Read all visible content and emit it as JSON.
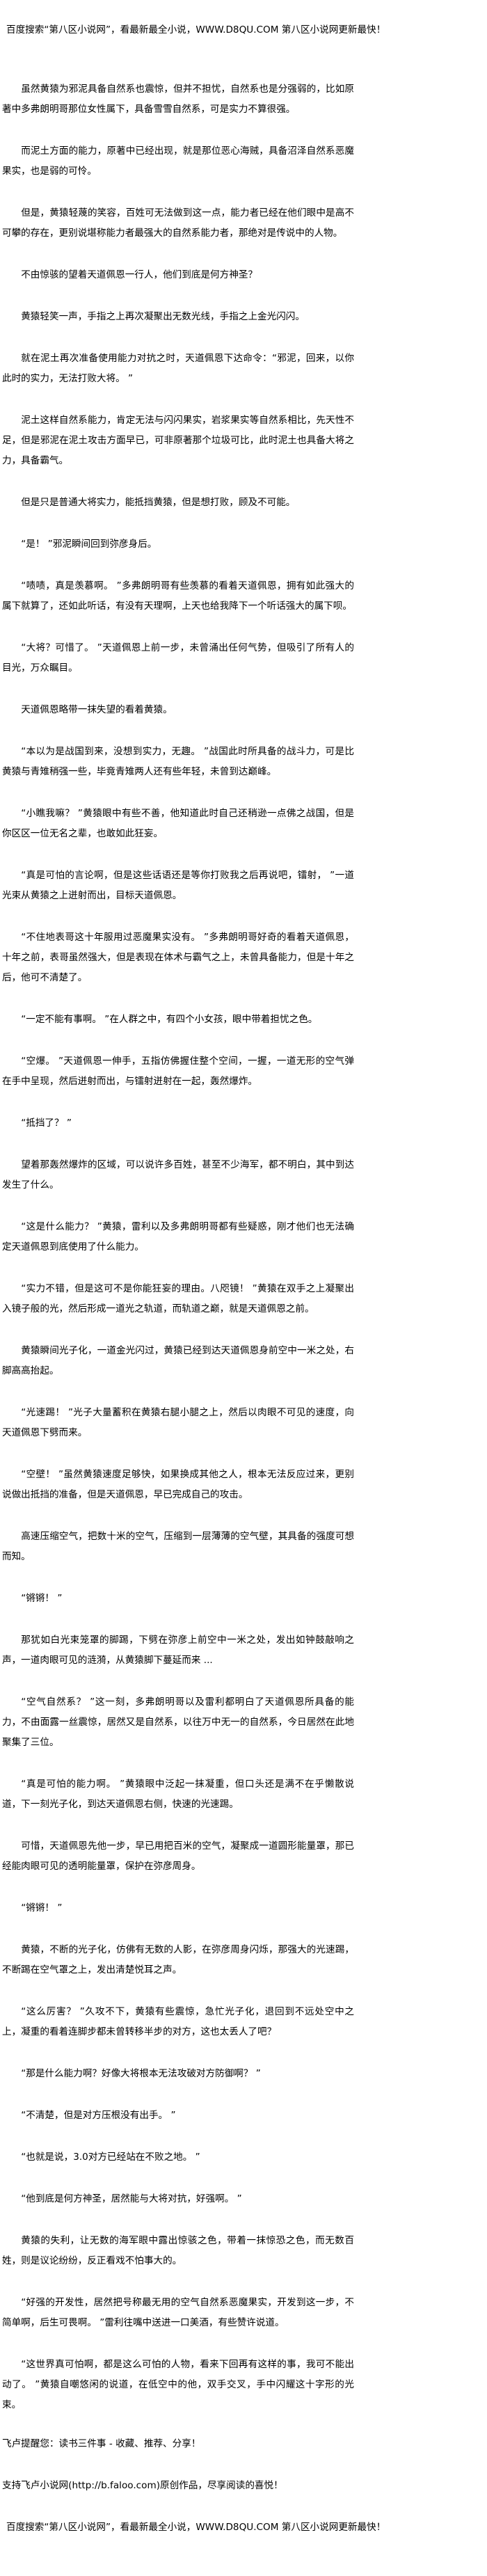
{
  "banner": "百度搜索“第八区小说网”，看最新最全小说，WWW.D8QU.COM   第八区小说网更新最快！",
  "paragraphs": [
    "虽然黄猿为邪泥具备自然系也震惊，但并不担忧，自然系也是分强弱的，比如原著中多弗朗明哥那位女性属下，具备雪雪自然系，可是实力不算很强。",
    "而泥土方面的能力，原著中已经出现，就是那位恶心海贼，具备沼泽自然系恶魔果实，也是弱的可怜。",
    "但是，黄猿轻蔑的笑容，百姓可无法做到这一点，能力者已经在他们眼中是高不可攀的存在，更别说堪称能力者最强大的自然系能力者，那绝对是传说中的人物。",
    "不由惊骇的望着天道佩恩一行人，他们到底是何方神圣？",
    "黄猿轻笑一声，手指之上再次凝聚出无数光线，手指之上金光闪闪。",
    "就在泥土再次准备使用能力对抗之时，天道佩恩下达命令：“邪泥，回来，以你此时的实力，无法打败大将。 ”",
    "泥土这样自然系能力，肯定无法与闪闪果实，岩浆果实等自然系相比，先天性不足，但是邪泥在泥土攻击方面早已，可非原著那个垃圾可比，此时泥土也具备大将之力，具备霸气。",
    "但是只是普通大将实力，能抵挡黄猿，但是想打败，顾及不可能。",
    "“是！ ”邪泥瞬间回到弥彦身后。",
    "“啧啧，真是羡慕啊。 ”多弗朗明哥有些羡慕的看着天道佩恩，拥有如此强大的属下就算了，还如此听话，有没有天理啊，上天也给我降下一个听话强大的属下呗。",
    "“大将？可惜了。 ”天道佩恩上前一步，未曾涌出任何气势，但吸引了所有人的目光，万众瞩目。",
    "天道佩恩略带一抹失望的看着黄猿。",
    "“本以为是战国到来，没想到实力，无趣。 ”战国此时所具备的战斗力，可是比黄猿与青雉稍强一些，毕竟青雉两人还有些年轻，未曾到达巅峰。",
    "“小瞧我嘛？ ”黄猿眼中有些不善，他知道此时自己还稍逊一点佛之战国，但是你区区一位无名之辈，也敢如此狂妄。",
    "“真是可怕的言论啊，但是这些话语还是等你打败我之后再说吧，镭射， ”一道光束从黄猿之上迸射而出，目标天道佩恩。",
    "“不住地表哥这十年服用过恶魔果实没有。 ”多弗朗明哥好奇的看着天道佩恩，十年之前，表哥虽然强大，但是表现在体术与霸气之上，未曾具备能力，但是十年之后，他可不清楚了。",
    "“一定不能有事啊。 ”在人群之中，有四个小女孩，眼中带着担忧之色。",
    "“空爆。 ”天道佩恩一伸手，五指仿佛握住整个空间，一握，一道无形的空气弹在手中呈现，然后迸射而出，与镭射迸射在一起，轰然爆炸。",
    "“抵挡了？ ”",
    "望着那轰然爆炸的区域，可以说许多百姓，甚至不少海军，都不明白，其中到达发生了什么。",
    "“这是什么能力？ ”黄猿，雷利以及多弗朗明哥都有些疑惑，刚才他们也无法确定天道佩恩到底使用了什么能力。",
    "“实力不错，但是这可不是你能狂妄的理由。八咫镜！ ”黄猿在双手之上凝聚出入镜子般的光，然后形成一道光之轨道，而轨道之巅，就是天道佩恩之前。",
    "黄猿瞬间光子化，一道金光闪过，黄猿已经到达天道佩恩身前空中一米之处，右脚高高抬起。",
    "“光速踢！ ”光子大量蓄积在黄猿右腿小腿之上，然后以肉眼不可见的速度，向天道佩恩下劈而来。",
    "“空壁！ ”虽然黄猿速度足够快，如果换成其他之人，根本无法反应过来，更别说做出抵挡的准备，但是天道佩恩，早已完成自己的攻击。",
    "高速压缩空气，把数十米的空气，压缩到一层薄薄的空气壁，其具备的强度可想而知。",
    "“锵锵！ ”",
    "那犹如白光束笼罩的脚踢，下劈在弥彦上前空中一米之处，发出如钟鼓敲响之声，一道肉眼可见的涟漪，从黄猿脚下蔓延而来 ...",
    "“空气自然系？ ”这一刻，多弗朗明哥以及雷利都明白了天道佩恩所具备的能力，不由面露一丝震惊，居然又是自然系，以往万中无一的自然系，今日居然在此地聚集了三位。",
    "“真是可怕的能力啊。 ”黄猿眼中泛起一抹凝重，但口头还是满不在乎懒散说道，下一刻光子化，到达天道佩恩右侧，快速的光速踢。",
    "可惜，天道佩恩先他一步，早已用把百米的空气，凝聚成一道圆形能量罩，那已经能肉眼可见的透明能量罩，保护在弥彦周身。",
    "“锵锵！ ”",
    "黄猿，不断的光子化，仿佛有无数的人影，在弥彦周身闪烁，那强大的光速踢，不断踢在空气罩之上，发出清楚悦耳之声。",
    "“这么厉害？ ”久攻不下，黄猿有些震惊，急忙光子化，退回到不远处空中之上，凝重的看着连脚步都未曾转移半步的对方，这也太丢人了吧？",
    "“那是什么能力啊？好像大将根本无法攻破对方防御啊？ ”",
    "“不清楚，但是对方压根没有出手。 ”",
    "“也就是说，3.0对方已经站在不败之地。 ”",
    "“他到底是何方神圣，居然能与大将对抗，好强啊。 ”",
    "黄猿的失利，让无数的海军眼中露出惊骇之色，带着一抹惊恐之色，而无数百姓，则是议论纷纷，反正看戏不怕事大的。",
    "“好强的开发性，居然把号称最无用的空气自然系恶魔果实，开发到这一步，不简单啊，后生可畏啊。 ”雷利往嘴中送进一口美酒，有些赞许说道。",
    "“这世界真可怕啊，都是这么可怕的人物，看来下回再有这样的事，我可不能出动了。 ”黄猿自嘲悠闲的说道，在低空中的他，双手交叉，手中闪耀这十字形的光束。"
  ],
  "footer": {
    "reminder": "飞卢提醒您：读书三件事 - 收藏、推荐、分享！",
    "support": "支持飞卢小说网(http://b.faloo.com)原创作品，尽享阅读的喜悦！"
  }
}
